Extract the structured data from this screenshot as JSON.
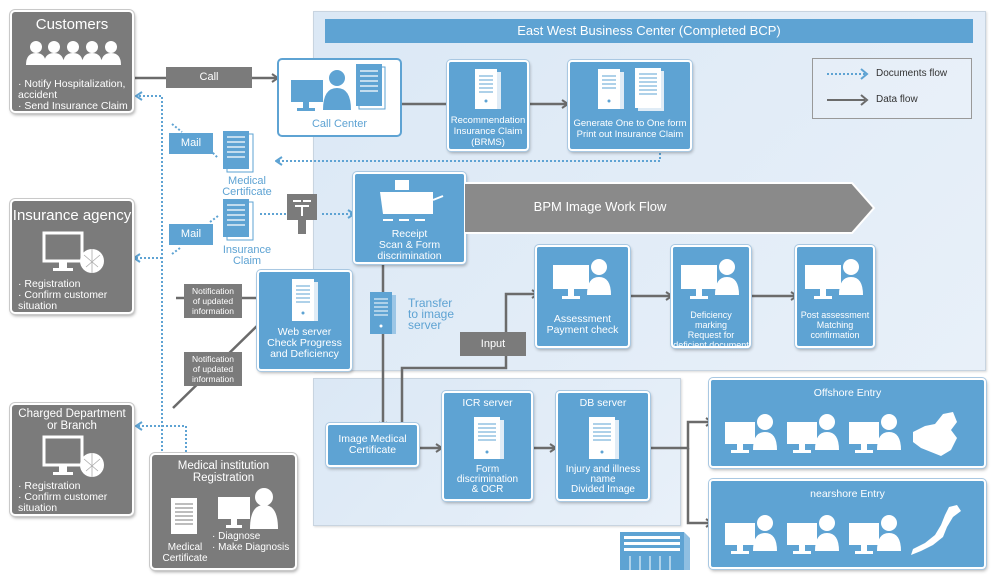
{
  "business_center": {
    "title": "East West Business Center (Completed BCP)"
  },
  "legend": {
    "documents_flow": "Documents flow",
    "data_flow": "Data flow"
  },
  "customers": {
    "title": "Customers",
    "bullets": [
      "Notify Hospitalization, accident",
      "Send Insurance Claim"
    ]
  },
  "call_label": "Call",
  "call_center": {
    "label": "Call Center"
  },
  "recommendation": {
    "lines": [
      "Recommendation",
      "Insurance Claim",
      "(BRMS)"
    ]
  },
  "generate": {
    "lines": [
      "Generate One to One form",
      "Print out Insurance Claim"
    ]
  },
  "mail_1": "Mail",
  "mail_2": "Mail",
  "medical_certificate_doc": {
    "lines": [
      "Medical",
      "Certificate"
    ]
  },
  "insurance_claim_doc": {
    "lines": [
      "Insurance",
      "Claim"
    ]
  },
  "insurance_agency": {
    "title": "Insurance agency",
    "bullets": [
      "Registration",
      "Confirm customer situation"
    ]
  },
  "receipt": {
    "lines": [
      "Receipt",
      "Scan & Form",
      "discrimination"
    ]
  },
  "bpm_workflow": "BPM Image Work Flow",
  "notification_1": {
    "lines": [
      "Notification",
      "of updated",
      "information"
    ]
  },
  "notification_2": {
    "lines": [
      "Notification",
      "of updated",
      "information"
    ]
  },
  "web_server": {
    "lines": [
      "Web server",
      "Check Progress",
      "and Deficiency"
    ]
  },
  "transfer": {
    "lines": [
      "Transfer",
      "to image",
      "server"
    ]
  },
  "input_label": "Input",
  "assessment": {
    "lines": [
      "Assessment",
      "Payment check"
    ]
  },
  "deficiency": {
    "lines": [
      "Deficiency marking",
      "Request for",
      "deficient document"
    ]
  },
  "post_assessment": {
    "lines": [
      "Post assessment",
      "Matching",
      "confirmation"
    ]
  },
  "charged_department": {
    "title_lines": [
      "Charged Department",
      "or Branch"
    ],
    "bullets": [
      "Registration",
      "Confirm customer situation"
    ]
  },
  "medical_institution": {
    "title_lines": [
      "Medical institution",
      "Registration"
    ],
    "doc_lines": [
      "Medical",
      "Certificate"
    ],
    "bullets": [
      "Diagnose",
      "Make Diagnosis"
    ]
  },
  "image_medical_certificate": {
    "lines": [
      "Image Medical",
      "Certificate"
    ]
  },
  "icr_server": {
    "title": "ICR server",
    "lines": [
      "Form",
      "discrimination",
      "& OCR"
    ]
  },
  "db_server": {
    "title": "DB server",
    "lines": [
      "Injury and illness",
      "name",
      "Divided Image"
    ]
  },
  "offshore_entry": {
    "title": "Offshore Entry"
  },
  "nearshore_entry": {
    "title": "nearshore Entry"
  },
  "colors": {
    "blue": "#5ea3d3",
    "gray": "#7b7b7b",
    "dotted": "#5ea3d3",
    "line": "#6b6b6b"
  }
}
